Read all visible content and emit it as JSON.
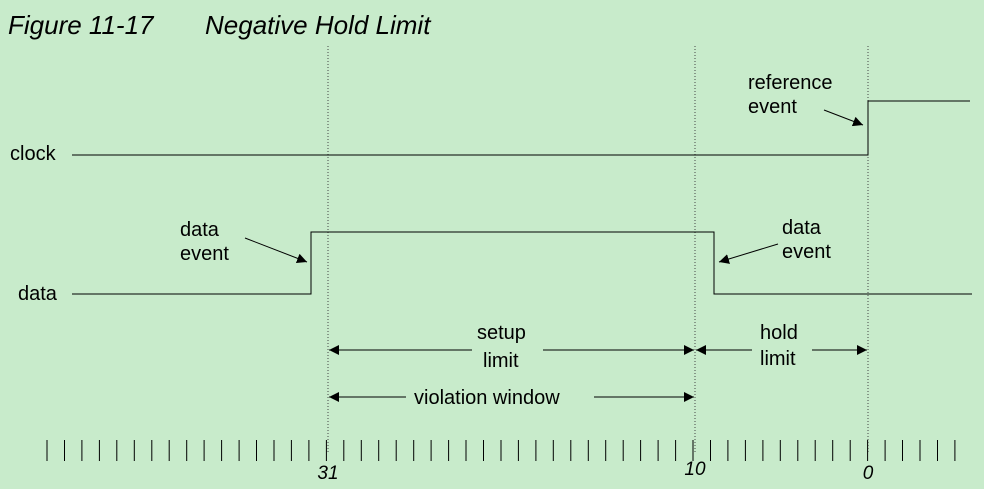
{
  "figure": {
    "number": "Figure 11-17",
    "title": "Negative Hold Limit"
  },
  "signals": {
    "clock": "clock",
    "data": "data"
  },
  "annotations": {
    "reference_event": [
      "reference",
      "event"
    ],
    "data_event_left": [
      "data",
      "event"
    ],
    "data_event_right": [
      "data",
      "event"
    ],
    "setup_limit": [
      "setup",
      "limit"
    ],
    "hold_limit": [
      "hold",
      "limit"
    ],
    "violation_window": "violation window"
  },
  "time_axis": {
    "marks": [
      {
        "id": "t31",
        "label": "31"
      },
      {
        "id": "t10",
        "label": "10"
      },
      {
        "id": "t0",
        "label": "0"
      }
    ]
  },
  "colors": {
    "background": "#c8ebcb",
    "line": "#000000",
    "guide": "#444444"
  }
}
